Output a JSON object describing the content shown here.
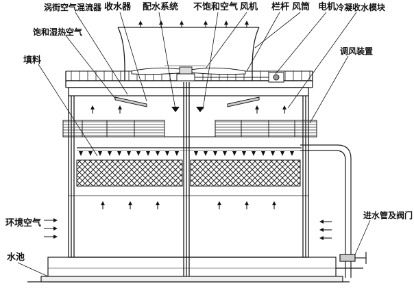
{
  "labels": {
    "vortex_mixer": "涡街空气混流器",
    "water_collector": "收水器",
    "water_distribution": "配水系统",
    "unsaturated_air": "不饱和空气",
    "fan": "风机",
    "railing": "栏杆",
    "fan_stack": "风筒",
    "motor": "电机",
    "condensate_module": "冷凝收水模块",
    "saturated_humid_air": "饱和湿热空气",
    "fill": "填料",
    "damper": "调风装置",
    "ambient_air": "环境空气",
    "inlet_pipe_valve": "进水管及阀门",
    "basin": "水池"
  },
  "colors": {
    "line": "#1a1a1a",
    "fill_hatch": "#444444",
    "background": "#ffffff"
  }
}
